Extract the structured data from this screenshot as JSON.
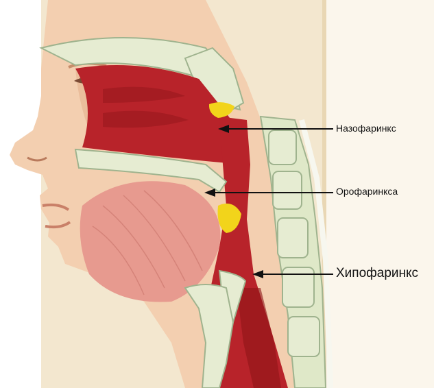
{
  "labels": {
    "nasopharynx": "Назофаринкс",
    "oropharynx": "Орофаринкса",
    "hypopharynx": "Хипофаринкс"
  },
  "colors": {
    "skin": "#f3cfb0",
    "skin_shadow": "#e2ae8a",
    "pharynx": "#b8232a",
    "pharynx_dark": "#8e1418",
    "tongue": "#e79a8f",
    "bone": "#e6ecd2",
    "bone_outline": "#9fb38e",
    "tonsil": "#f2d41b",
    "panel": "#f3e7cf",
    "arrow": "#111111"
  }
}
